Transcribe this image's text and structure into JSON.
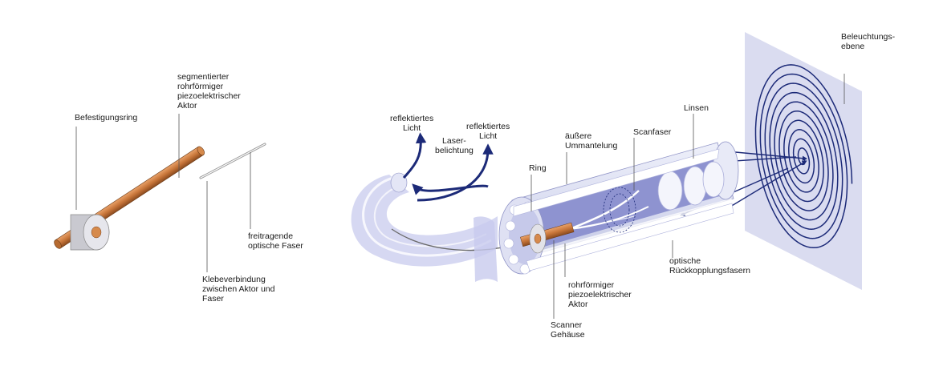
{
  "labels": {
    "befestigungsring": "Befestigungsring",
    "segmentierter_aktor": "segmentierter\nrohrförmiger\npiezoelektrischer\nAktor",
    "freitragende_faser": "freitragende\noptische Faser",
    "klebeverbindung": "Klebeverbindung\nzwischen Aktor und\nFaser",
    "reflektiertes_licht_left": "reflektiertes\nLicht",
    "laserbelichtung": "Laser-\nbelichtung",
    "reflektiertes_licht_right": "reflektiertes\nLicht",
    "ring": "Ring",
    "aeussere_ummantelung": "äußere\nUmmantelung",
    "scanfaser": "Scanfaser",
    "linsen": "Linsen",
    "beleuchtungsebene": "Beleuchtungs-\nebene",
    "rueckkopplungsfasern": "optische\nRückkopplungsfasern",
    "rohrfoermiger_aktor": "rohrförmiger\npiezoelektrischer\nAktor",
    "scanner_gehaeuse": "Scanner\nGehäuse"
  },
  "colors": {
    "actuator": "#c8763a",
    "ring": "#e4e4ea",
    "housing": "#dcdff2",
    "housing_interior": "#8e93d0",
    "plane": "#dadcf0",
    "spiral": "#1c2a78",
    "arrow": "#1c2a78",
    "leader": "#555555"
  }
}
